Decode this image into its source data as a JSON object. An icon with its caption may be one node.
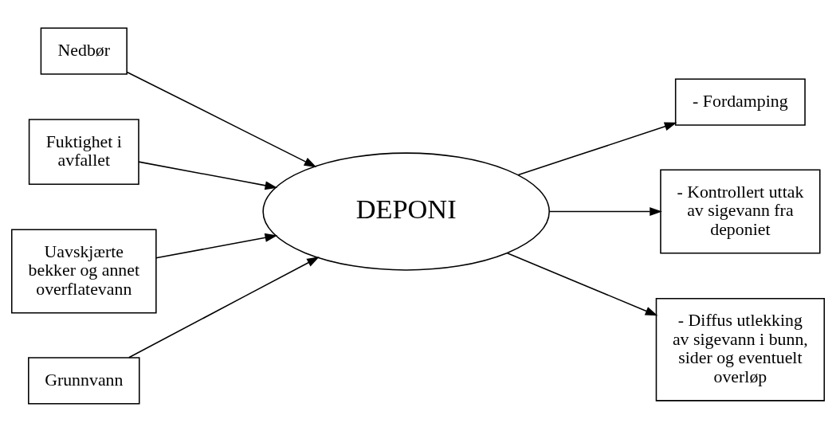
{
  "diagram": {
    "nodes": [
      {
        "text": [
          "Nedbør"
        ]
      },
      {
        "text": [
          "Fuktighet i avfallet"
        ]
      },
      {
        "text": [
          "Uavskjærte bekker og annet overflatevann"
        ]
      },
      {
        "text": [
          "Grunnvann"
        ]
      },
      {
        "text": [
          "DEPONI"
        ]
      },
      {
        "text": [
          "- Fordamping"
        ]
      },
      {
        "text": [
          "- Kontrollert uttak av sigevann fra deponiet"
        ]
      },
      {
        "text": [
          "- Diffus utlekking av sigevann i bunn, sider og eventuelt overløp"
        ]
      }
    ],
    "edges": [
      {
        "from": 0,
        "to": 4,
        "arrow": "to"
      },
      {
        "from": 1,
        "to": 4,
        "arrow": "to"
      },
      {
        "from": 2,
        "to": 4,
        "arrow": "to"
      },
      {
        "from": 3,
        "to": 4,
        "arrow": "to"
      },
      {
        "from": 4,
        "to": 5,
        "arrow": "to"
      },
      {
        "from": 4,
        "to": 6,
        "arrow": "to"
      },
      {
        "from": 4,
        "to": 7,
        "arrow": "to"
      }
    ]
  }
}
